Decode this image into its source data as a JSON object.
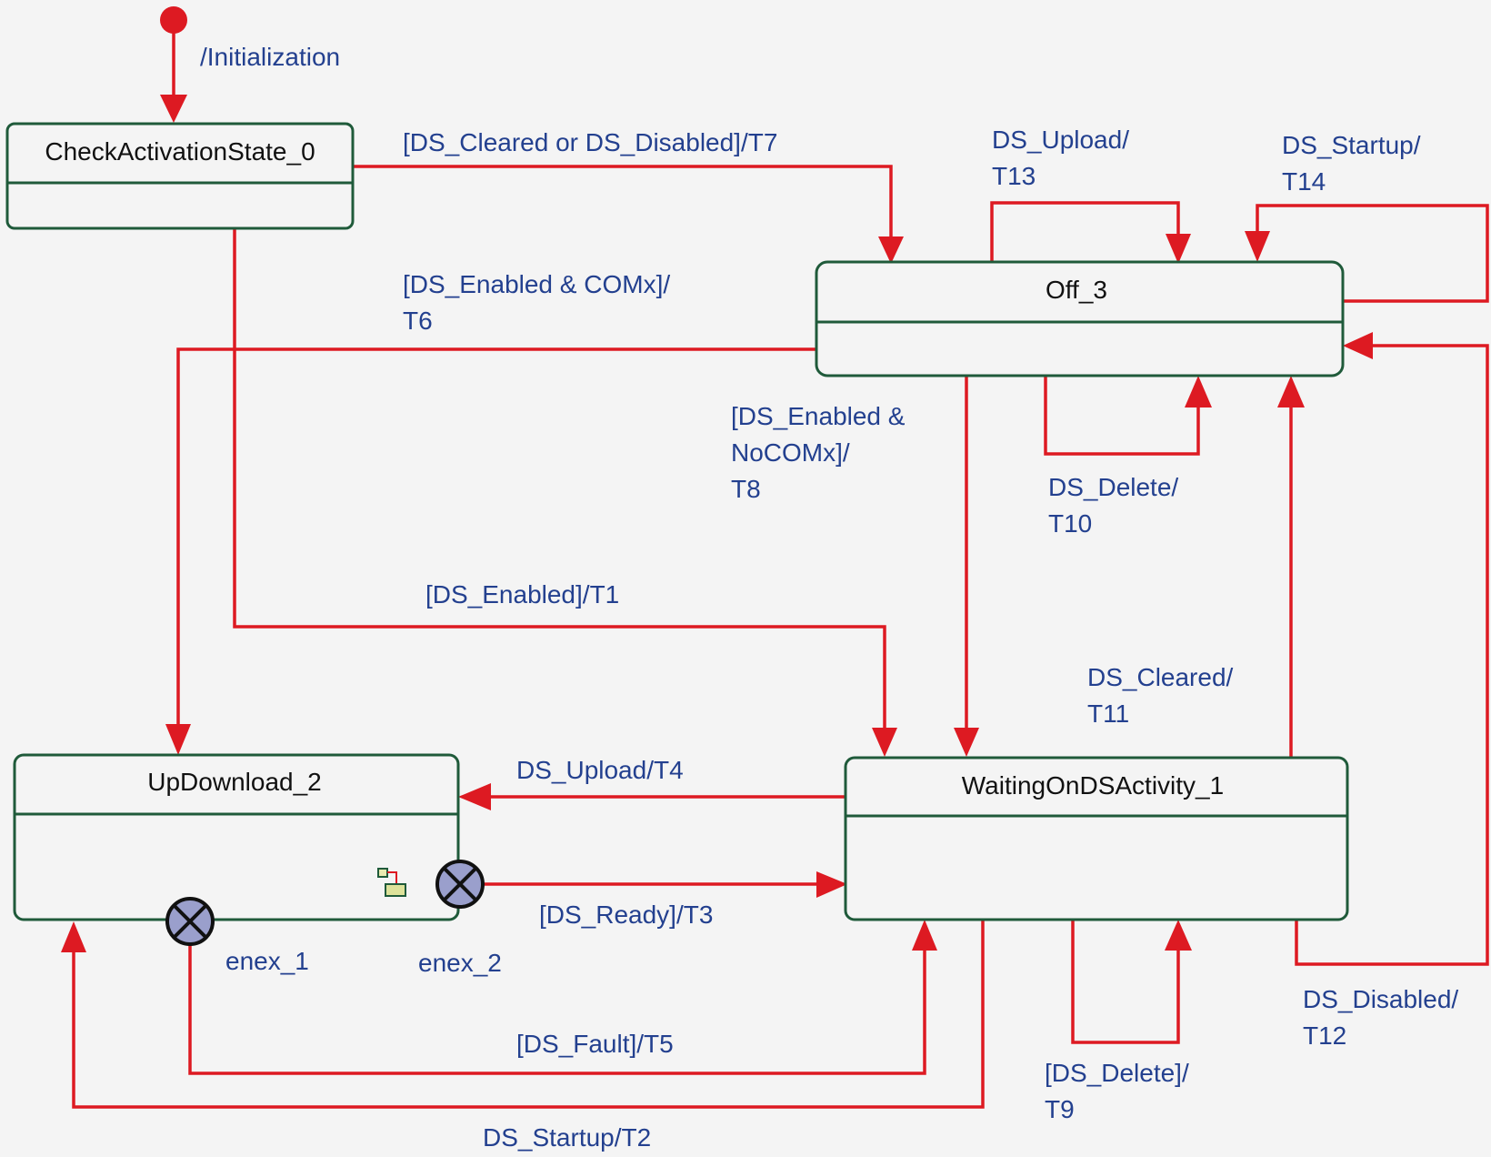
{
  "diagram": {
    "type": "state-machine",
    "colors": {
      "background": "#f4f4f4",
      "transition": "#dd1a22",
      "state_border": "#1f5a3a",
      "label": "#23408f",
      "state_text": "#111111",
      "enex_fill": "#9a9fcc"
    },
    "initial": {
      "label": "/Initialization",
      "target": "CheckActivationState_0"
    },
    "states": [
      {
        "id": "s0",
        "name": "CheckActivationState_0"
      },
      {
        "id": "s1",
        "name": "WaitingOnDSActivity_1"
      },
      {
        "id": "s2",
        "name": "UpDownload_2",
        "submachine_icon": "submachine-icon"
      },
      {
        "id": "s3",
        "name": "Off_3"
      }
    ],
    "entry_exit_points": [
      {
        "id": "enex_1",
        "label": "enex_1"
      },
      {
        "id": "enex_2",
        "label": "enex_2"
      }
    ],
    "transitions": [
      {
        "id": "T1",
        "from": "CheckActivationState_0",
        "to": "WaitingOnDSActivity_1",
        "lines": [
          "[DS_Enabled]/T1"
        ]
      },
      {
        "id": "T2",
        "from": "WaitingOnDSActivity_1",
        "to": "UpDownload_2",
        "lines": [
          "DS_Startup/T2"
        ]
      },
      {
        "id": "T3",
        "from": "enex_2",
        "to": "WaitingOnDSActivity_1",
        "lines": [
          "[DS_Ready]/T3"
        ]
      },
      {
        "id": "T4",
        "from": "WaitingOnDSActivity_1",
        "to": "UpDownload_2",
        "lines": [
          "DS_Upload/T4"
        ]
      },
      {
        "id": "T5",
        "from": "enex_1",
        "to": "WaitingOnDSActivity_1",
        "lines": [
          "[DS_Fault]/T5"
        ]
      },
      {
        "id": "T6",
        "from": "Off_3",
        "to": "UpDownload_2",
        "lines": [
          "[DS_Enabled & COMx]/",
          "T6"
        ]
      },
      {
        "id": "T7",
        "from": "CheckActivationState_0",
        "to": "Off_3",
        "lines": [
          "[DS_Cleared or DS_Disabled]/T7"
        ]
      },
      {
        "id": "T8",
        "from": "Off_3",
        "to": "WaitingOnDSActivity_1",
        "lines": [
          "[DS_Enabled &",
          "NoCOMx]/",
          "T8"
        ]
      },
      {
        "id": "T9",
        "from": "WaitingOnDSActivity_1",
        "to": "WaitingOnDSActivity_1",
        "lines": [
          "[DS_Delete]/",
          "T9"
        ]
      },
      {
        "id": "T10",
        "from": "Off_3",
        "to": "Off_3",
        "lines": [
          "DS_Delete/",
          "T10"
        ]
      },
      {
        "id": "T11",
        "from": "WaitingOnDSActivity_1",
        "to": "Off_3",
        "lines": [
          "DS_Cleared/",
          "T11"
        ]
      },
      {
        "id": "T12",
        "from": "WaitingOnDSActivity_1",
        "to": "Off_3",
        "lines": [
          "DS_Disabled/",
          "T12"
        ]
      },
      {
        "id": "T13",
        "from": "Off_3",
        "to": "Off_3",
        "lines": [
          "DS_Upload/",
          "T13"
        ]
      },
      {
        "id": "T14",
        "from": "Off_3",
        "to": "Off_3",
        "lines": [
          "DS_Startup/",
          "T14"
        ]
      }
    ]
  }
}
